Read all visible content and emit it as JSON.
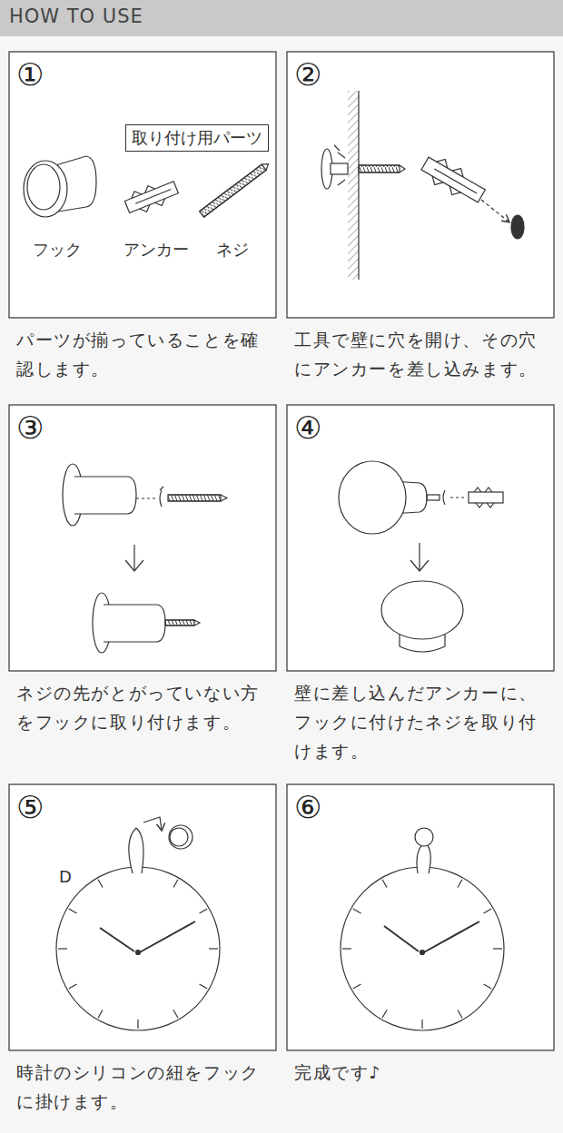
{
  "diagram": {
    "title": "HOW TO USE",
    "nodes": [
      {
        "text": [
          "①",
          "パーツが揃っていることを確認します。"
        ]
      },
      {
        "text": [
          "取り付け用パーツ"
        ],
        "in": 0
      },
      {
        "text": [
          "②",
          "工具で壁に穴を開け、その穴にアンカーを差し込みます。"
        ]
      },
      {
        "text": [
          "③",
          "ネジの先がとがっていない方をフックに取り付けます。"
        ]
      },
      {
        "text": [
          "④",
          "壁に差し込んだアンカーに、フックに付けたネジを取り付けます。"
        ]
      },
      {
        "text": [
          "⑤",
          "時計のシリコンの紐をフックに掛けます。"
        ]
      },
      {
        "text": [
          "⑥",
          "完成です♪"
        ]
      }
    ],
    "labels": [
      "フック",
      "アンカー",
      "ネジ",
      "D"
    ]
  }
}
